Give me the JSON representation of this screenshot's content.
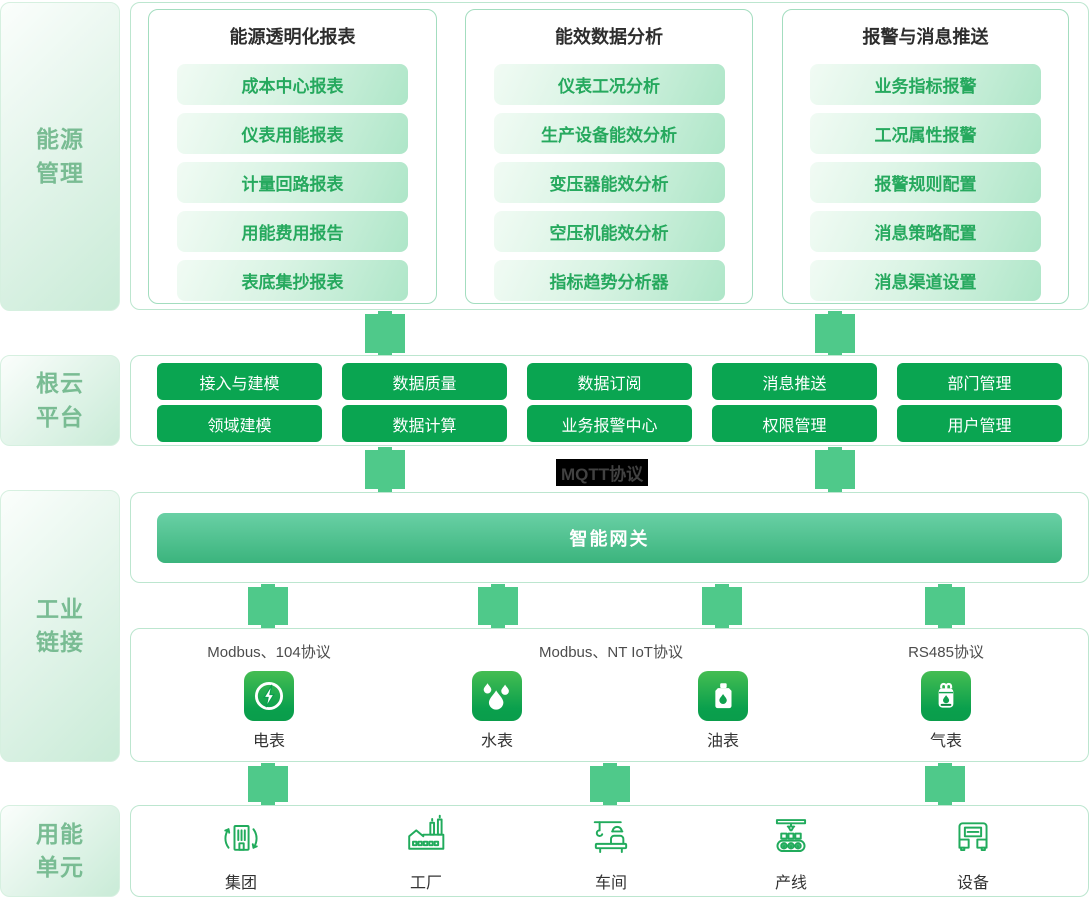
{
  "sidebar": {
    "items": [
      {
        "line1": "能源",
        "line2": "管理"
      },
      {
        "line1": "根云",
        "line2": "平台"
      },
      {
        "line1": "工业",
        "line2": "链接"
      },
      {
        "line1": "用能",
        "line2": "单元"
      }
    ]
  },
  "energy": {
    "cards": [
      {
        "title": "能源透明化报表",
        "items": [
          "成本中心报表",
          "仪表用能报表",
          "计量回路报表",
          "用能费用报告",
          "表底集抄报表"
        ]
      },
      {
        "title": "能效数据分析",
        "items": [
          "仪表工况分析",
          "生产设备能效分析",
          "变压器能效分析",
          "空压机能效分析",
          "指标趋势分析器"
        ]
      },
      {
        "title": "报警与消息推送",
        "items": [
          "业务指标报警",
          "工况属性报警",
          "报警规则配置",
          "消息策略配置",
          "消息渠道设置"
        ]
      }
    ]
  },
  "platform": {
    "row1": [
      "接入与建模",
      "数据质量",
      "数据订阅",
      "消息推送",
      "部门管理"
    ],
    "row2": [
      "领域建模",
      "数据计算",
      "业务报警中心",
      "权限管理",
      "用户管理"
    ]
  },
  "mqtt": {
    "label": "MQTT协议"
  },
  "gateway": {
    "label": "智能网关"
  },
  "link": {
    "protocols": [
      "Modbus、104协议",
      "Modbus、NT IoT协议",
      "RS485协议"
    ],
    "meters": [
      {
        "label": "电表",
        "icon": "electric-meter-icon"
      },
      {
        "label": "水表",
        "icon": "water-meter-icon"
      },
      {
        "label": "油表",
        "icon": "oil-meter-icon"
      },
      {
        "label": "气表",
        "icon": "gas-meter-icon"
      }
    ]
  },
  "units": [
    {
      "label": "集团",
      "icon": "group-icon"
    },
    {
      "label": "工厂",
      "icon": "factory-icon"
    },
    {
      "label": "车间",
      "icon": "workshop-icon"
    },
    {
      "label": "产线",
      "icon": "production-line-icon"
    },
    {
      "label": "设备",
      "icon": "equipment-icon"
    }
  ],
  "colors": {
    "solid_button_green": "#0aa551",
    "connector_green": "#4fc98a",
    "card_button_text_green": "#26a95e",
    "gateway_gradient": [
      "#69d0a5",
      "#3bb47d"
    ],
    "meter_square_gradient": [
      "#45bd52",
      "#0a9d4b"
    ],
    "outline_icon_green": "#21ab5c",
    "sidebar_text_green": "#79bc93",
    "mqtt_bg": "#000000"
  }
}
